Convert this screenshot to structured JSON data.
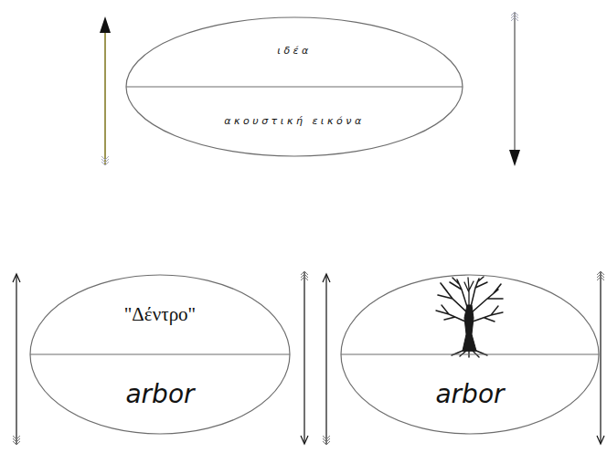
{
  "diagram": {
    "nodes": [
      {
        "text": [
          "ιδέα",
          "ακουστική εικόνα"
        ]
      },
      {
        "text": [
          "\"Δέντρο\"",
          "arbor"
        ]
      },
      {
        "text": [
          "arbor"
        ]
      }
    ]
  }
}
